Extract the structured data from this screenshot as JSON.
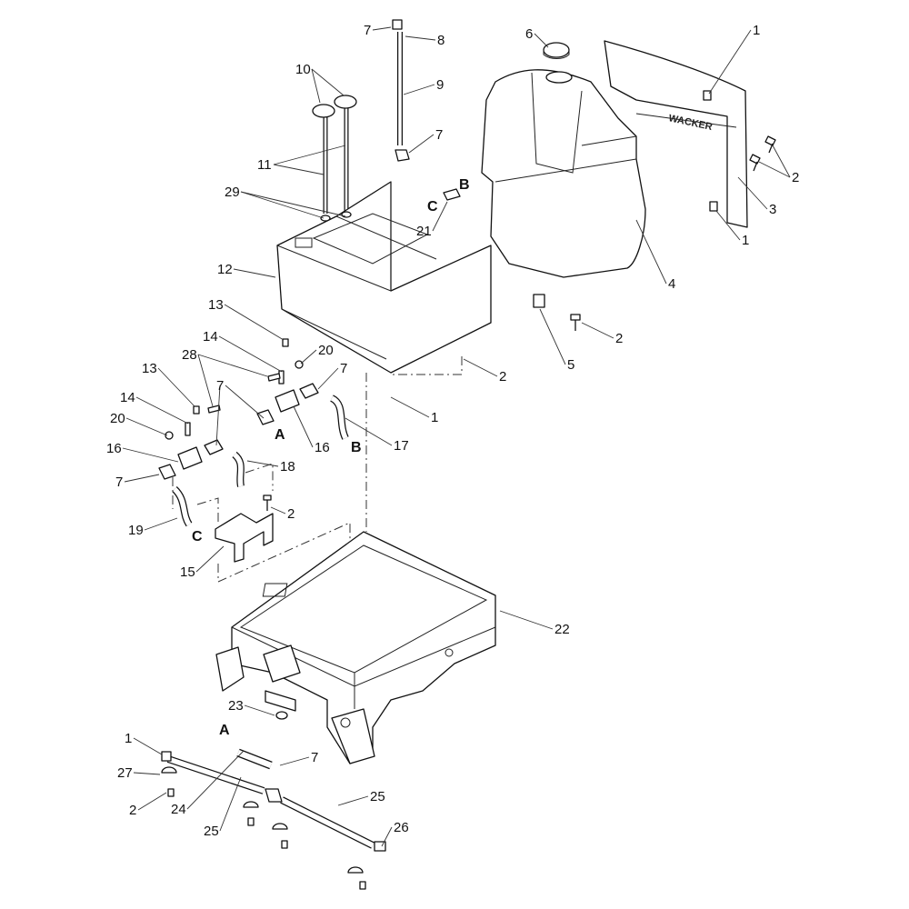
{
  "diagram": {
    "brand_text": "WACKER",
    "callouts": [
      "1",
      "7",
      "8",
      "6",
      "10",
      "9",
      "7",
      "2",
      "11",
      "29",
      "21",
      "3",
      "1",
      "12",
      "4",
      "13",
      "2",
      "5",
      "14",
      "20",
      "28",
      "7",
      "13",
      "2",
      "14",
      "7",
      "20",
      "1",
      "16",
      "17",
      "16",
      "18",
      "7",
      "2",
      "19",
      "15",
      "22",
      "23",
      "1",
      "7",
      "27",
      "2",
      "24",
      "25",
      "25",
      "26"
    ],
    "connection_letters": [
      "B",
      "C",
      "A",
      "B",
      "C",
      "A"
    ]
  }
}
